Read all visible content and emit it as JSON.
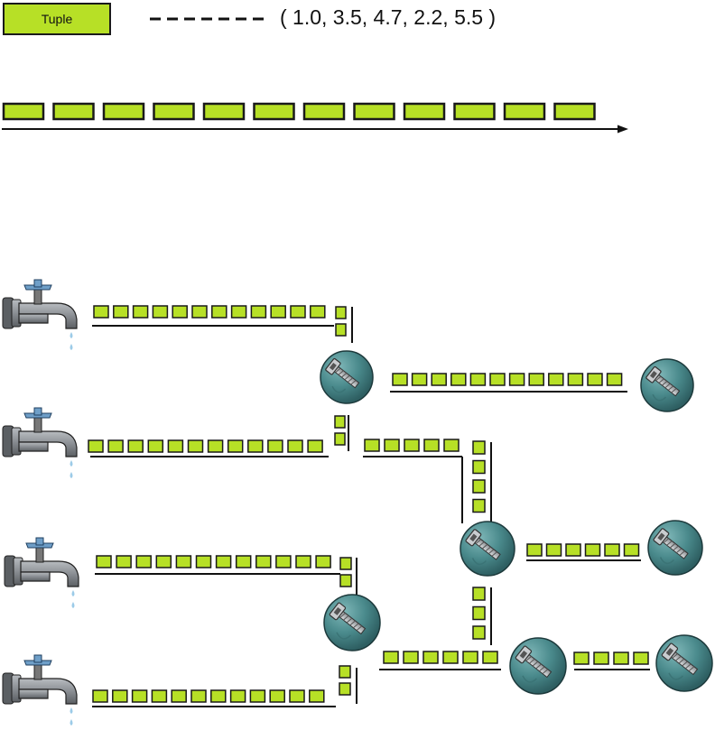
{
  "legend": {
    "label": "Tuple",
    "tuple_text": "( 1.0, 3.5, 4.7, 2.2, 5.5 )"
  },
  "colors": {
    "tuple_fill": "#b7e026",
    "tuple_stroke": "#1a1a1a",
    "bolt_sphere": "#4a8a8c",
    "faucet_metal": "#8a8e93",
    "water_drop": "#9ccbe8"
  },
  "icons": {
    "source": "water-faucet-icon",
    "operator": "bolt-sphere-icon"
  },
  "diagram": {
    "sources": 4,
    "operators": 7
  }
}
